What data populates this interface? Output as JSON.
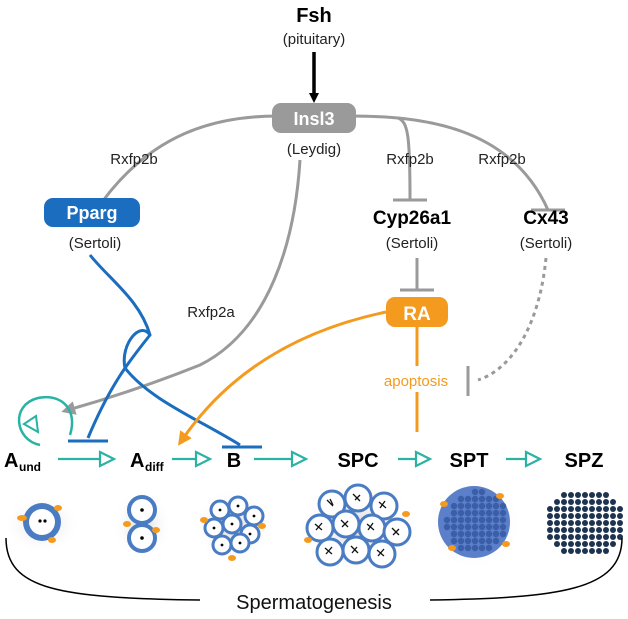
{
  "diagram": {
    "top": {
      "hormone": "Fsh",
      "source": "(pituitary)"
    },
    "hub": {
      "label": "Insl3",
      "source": "(Leydig)"
    },
    "targets": {
      "pparg": {
        "label": "Pparg",
        "source": "(Sertoli)",
        "receptor": "Rxfp2b"
      },
      "cyp26a1": {
        "label": "Cyp26a1",
        "source": "(Sertoli)",
        "receptor": "Rxfp2b"
      },
      "cx43": {
        "label": "Cx43",
        "source": "(Sertoli)",
        "receptor": "Rxfp2b"
      }
    },
    "ra": {
      "label": "RA"
    },
    "rxfp2a": "Rxfp2a",
    "apoptosis": "apoptosis",
    "stages": {
      "aund": {
        "main": "A",
        "sub": "und"
      },
      "adiff": {
        "main": "A",
        "sub": "diff"
      },
      "b": "B",
      "spc": "SPC",
      "spt": "SPT",
      "spz": "SPZ"
    },
    "process": "Spermatogenesis",
    "colors": {
      "gray": "#9a9a9a",
      "blue": "#1b6dbf",
      "orange": "#f39a1f",
      "teal": "#2ab3a3",
      "cell_blue": "#4a7cc4",
      "spz_dark": "#1e3350"
    }
  }
}
